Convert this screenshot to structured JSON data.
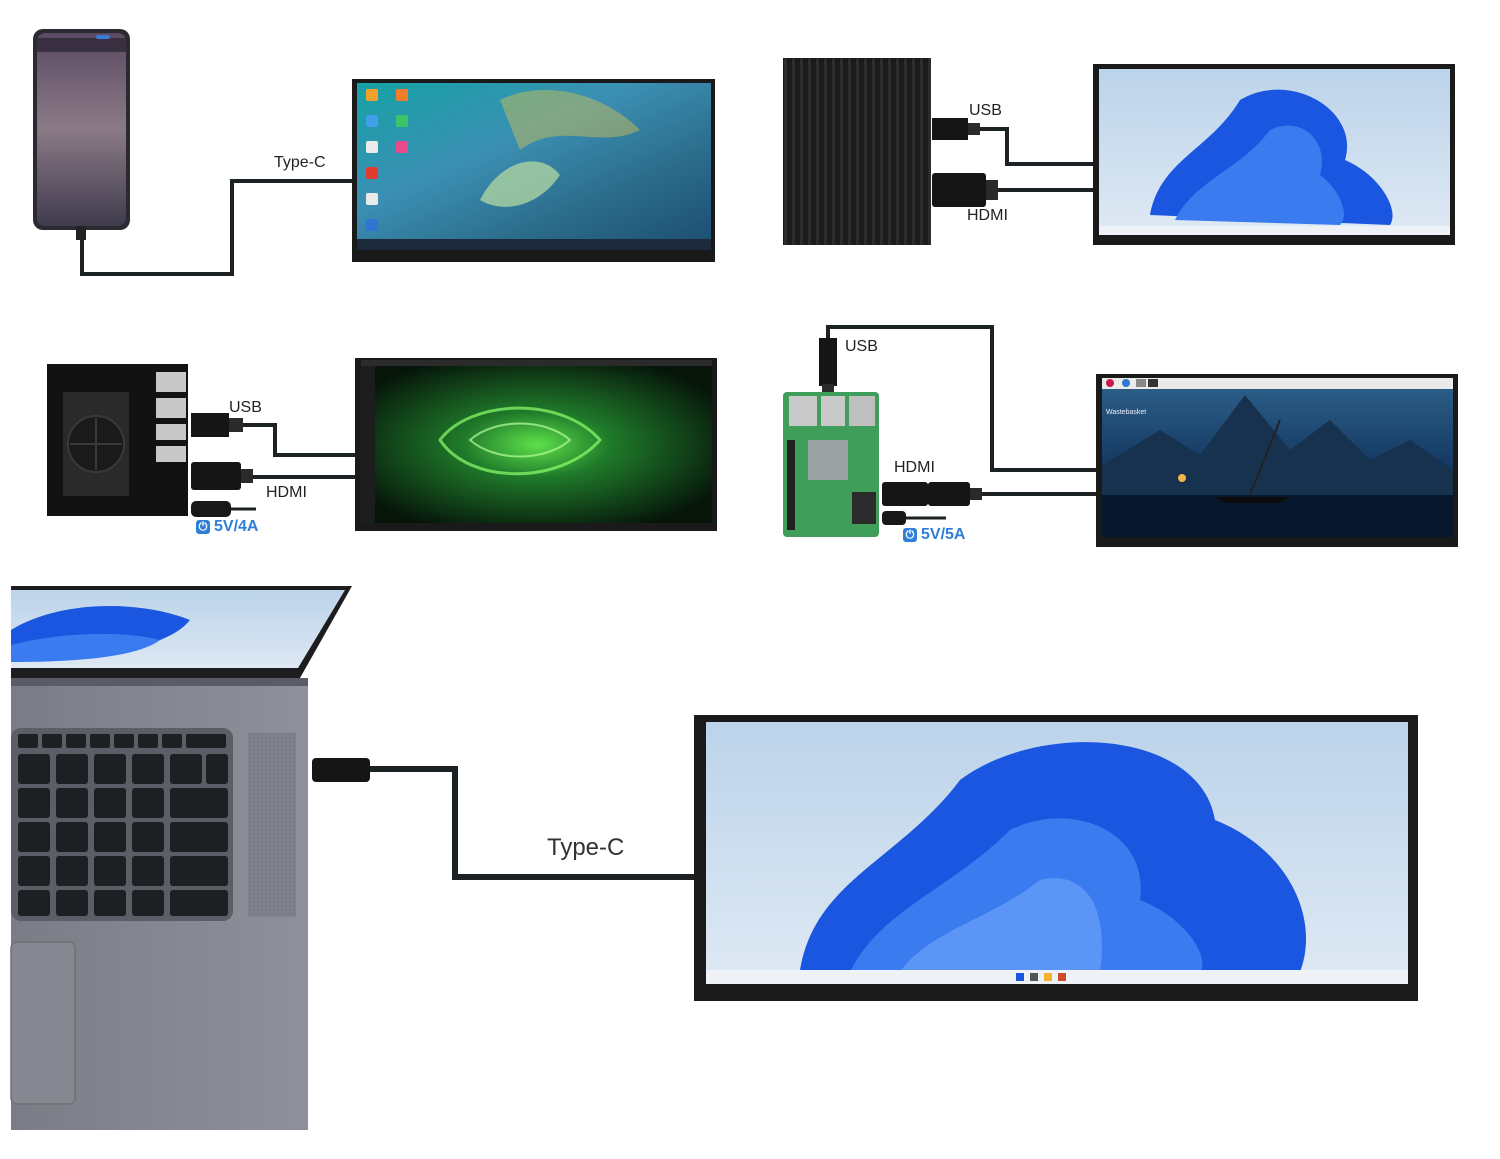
{
  "panel_phone": {
    "cable_label": "Type-C"
  },
  "panel_minipc": {
    "usb_label": "USB",
    "hdmi_label": "HDMI"
  },
  "panel_jetson": {
    "usb_label": "USB",
    "hdmi_label": "HDMI",
    "power_label": "5V/4A"
  },
  "panel_rpi": {
    "usb_label": "USB",
    "hdmi_label": "HDMI",
    "power_label": "5V/5A",
    "desktop_icon_label": "Wastebasket"
  },
  "panel_laptop": {
    "cable_label": "Type-C"
  },
  "colors": {
    "cable": "#1c2224",
    "bezel": "#1a1a1a",
    "power_accent": "#2f7fd8",
    "win_blue": "#1a56e0",
    "win_sky": "#c9dcee"
  }
}
